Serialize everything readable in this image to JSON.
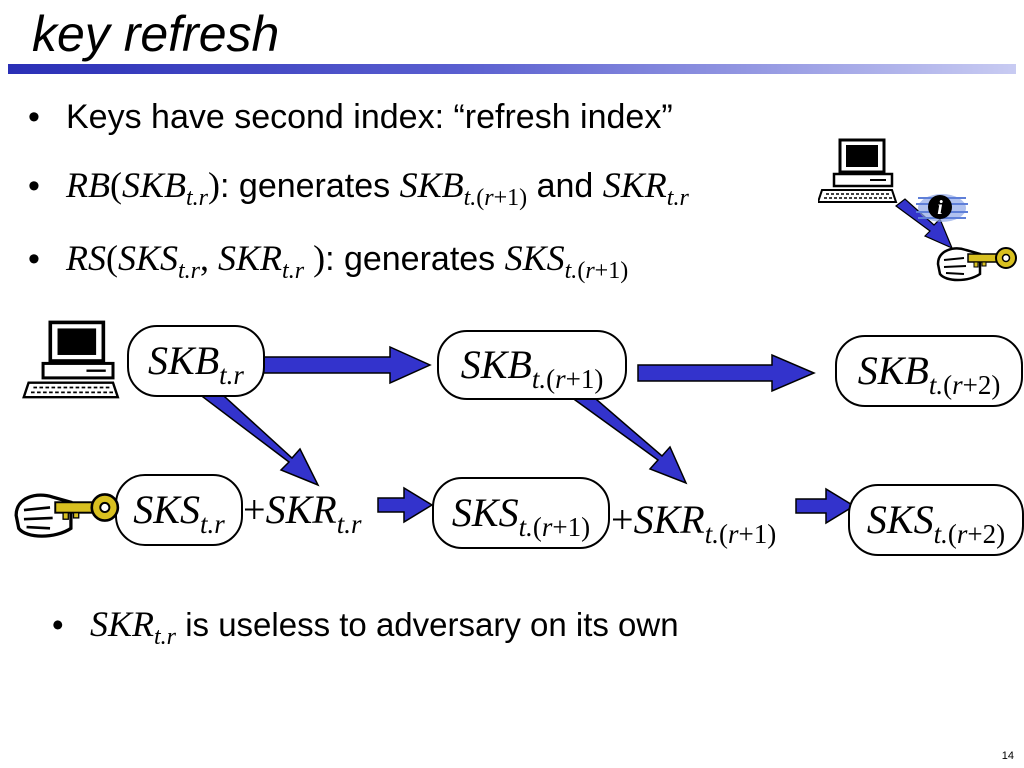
{
  "title": "key refresh",
  "bullets": {
    "b1": {
      "marker": "•",
      "text": "Keys have second index: “refresh index”"
    },
    "b2": {
      "marker": "•",
      "rb": "RB",
      "lp": "(",
      "arg": "SKB",
      "arg_sub": "t.r",
      "rp": ")",
      "mid": ": generates ",
      "out1": "SKB",
      "out1_sub_a": "t.",
      "out1_sub_b": "(",
      "out1_sub_c": "r",
      "out1_sub_d": "+1)",
      "and": " and ",
      "out2": "SKR",
      "out2_sub": "t.r"
    },
    "b3": {
      "marker": "•",
      "rs": "RS",
      "lp": "(",
      "arg1": "SKS",
      "arg1_sub": "t.r",
      "comma": ", ",
      "arg2": "SKR",
      "arg2_sub": "t.r",
      "rp": " )",
      "mid": ": generates ",
      "out": "SKS",
      "out_sub_a": "t.",
      "out_sub_b": "(",
      "out_sub_c": "r",
      "out_sub_d": "+1)"
    },
    "b4": {
      "marker": "•",
      "var": "SKR",
      "var_sub": "t.r",
      "text": " is useless to adversary on its own"
    }
  },
  "diagram": {
    "skb0": {
      "name": "SKB",
      "sub": "t.r"
    },
    "skb1": {
      "name": "SKB",
      "sub_a": "t.",
      "sub_b": "(",
      "sub_c": "r",
      "sub_d": "+1)"
    },
    "skb2": {
      "name": "SKB",
      "sub_a": "t.",
      "sub_b": "(",
      "sub_c": "r",
      "sub_d": "+2)"
    },
    "sks0": {
      "name": "SKS",
      "sub": "t.r"
    },
    "sks1": {
      "name": "SKS",
      "sub_a": "t.",
      "sub_b": "(",
      "sub_c": "r",
      "sub_d": "+1)"
    },
    "sks2": {
      "name": "SKS",
      "sub_a": "t.",
      "sub_b": "(",
      "sub_c": "r",
      "sub_d": "+2)"
    },
    "skr0": {
      "plus": "+",
      "name": "SKR",
      "sub": "t.r"
    },
    "skr1": {
      "plus": "+",
      "name": "SKR",
      "sub_a": "t.",
      "sub_b": "(",
      "sub_c": "r",
      "sub_d": "+1)"
    }
  },
  "icons": [
    "computer-icon",
    "info-icon",
    "key-hand-icon"
  ],
  "colors": {
    "arrow": "#3333cc",
    "title_bar": "#2a2fb6"
  },
  "page_number": "14"
}
